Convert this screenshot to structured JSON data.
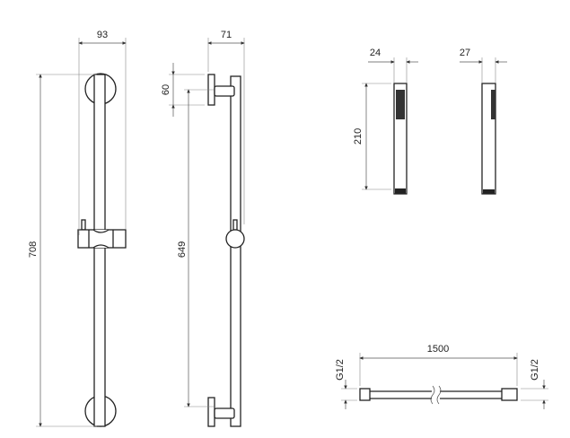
{
  "title": "Shower rail set technical drawing",
  "dimensions": {
    "rail_width": "93",
    "rail_depth": "71",
    "bracket_offset": "60",
    "rail_height": "708",
    "bracket_spacing": "649",
    "handshower_width_front": "24",
    "handshower_width_side": "27",
    "handshower_length": "210",
    "hose_length": "1500",
    "hose_thread_left": "G1/2",
    "hose_thread_right": "G1/2"
  }
}
